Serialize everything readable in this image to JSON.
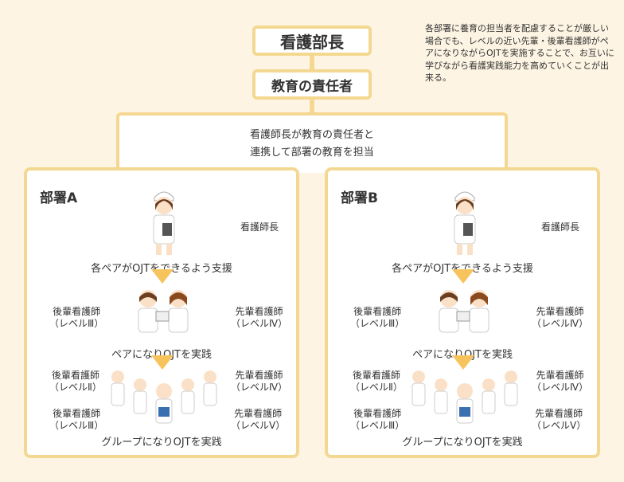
{
  "top_boxes": {
    "head_nurse": "看護部長",
    "education_lead": "教育の責任者"
  },
  "joint_box": {
    "line1": "看護師長が教育の責任者と",
    "line2": "連携して部署の教育を担当"
  },
  "note": "各部署に養育の担当者を配慮することが厳しい場合でも、レベルの近い先輩・後輩看護師がペアになりながらOJTを実施することで、お互いに学びながら看護実践能力を高めていくことが出来る。",
  "departments": [
    {
      "title": "部署A",
      "head_label": "看護師長",
      "step1": "各ペアがOJTをできるよう支援",
      "junior_pair": "後輩看護師\n（レベルⅢ）",
      "senior_pair": "先輩看護師\n（レベルⅣ）",
      "step2": "ペアになりOJTを実践",
      "junior_g1": "後輩看護師\n（レベルⅡ）",
      "senior_g1": "先輩看護師\n（レベルⅣ）",
      "junior_g2": "後輩看護師\n（レベルⅢ）",
      "senior_g2": "先輩看護師\n（レベルⅤ）",
      "step3": "グループになりOJTを実践"
    },
    {
      "title": "部署B",
      "head_label": "看護師長",
      "step1": "各ペアがOJTをできるよう支援",
      "junior_pair": "後輩看護師\n（レベルⅢ）",
      "senior_pair": "先輩看護師\n（レベルⅣ）",
      "step2": "ペアになりOJTを実践",
      "junior_g1": "後輩看護師\n（レベルⅡ）",
      "senior_g1": "先輩看護師\n（レベルⅣ）",
      "junior_g2": "後輩看護師\n（レベルⅢ）",
      "senior_g2": "先輩看護師\n（レベルⅤ）",
      "step3": "グループになりOJTを実践"
    }
  ],
  "colors": {
    "background": "#fdf4e3",
    "border": "#f4d891",
    "arrow": "#f7c35c"
  }
}
